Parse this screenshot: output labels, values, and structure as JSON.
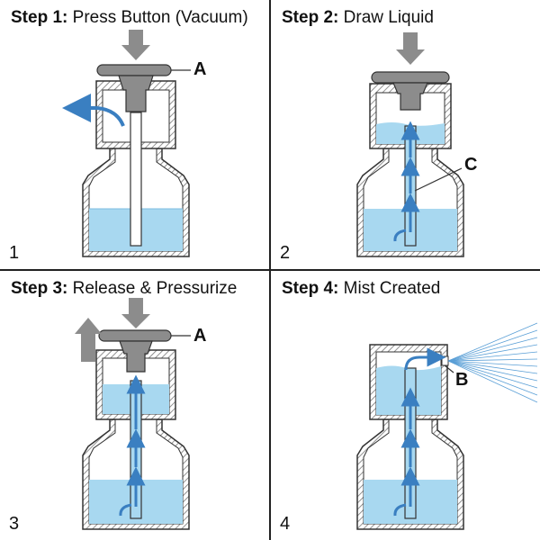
{
  "panels": [
    {
      "step": "Step 1:",
      "caption": "Press Button (Vacuum)",
      "number": "1"
    },
    {
      "step": "Step 2:",
      "caption": "Draw Liquid",
      "number": "2"
    },
    {
      "step": "Step 3:",
      "caption": "Release & Pressurize",
      "number": "3"
    },
    {
      "step": "Step 4:",
      "caption": "Mist Created",
      "number": "4"
    }
  ],
  "labels": {
    "button": "A",
    "tube": "C",
    "nozzle": "B"
  },
  "colors": {
    "liquid": "#a8d8f0",
    "arrow_blue": "#3a7fc1",
    "button_gray": "#8c8c8c",
    "hatch": "#777777",
    "outline": "#333333"
  }
}
